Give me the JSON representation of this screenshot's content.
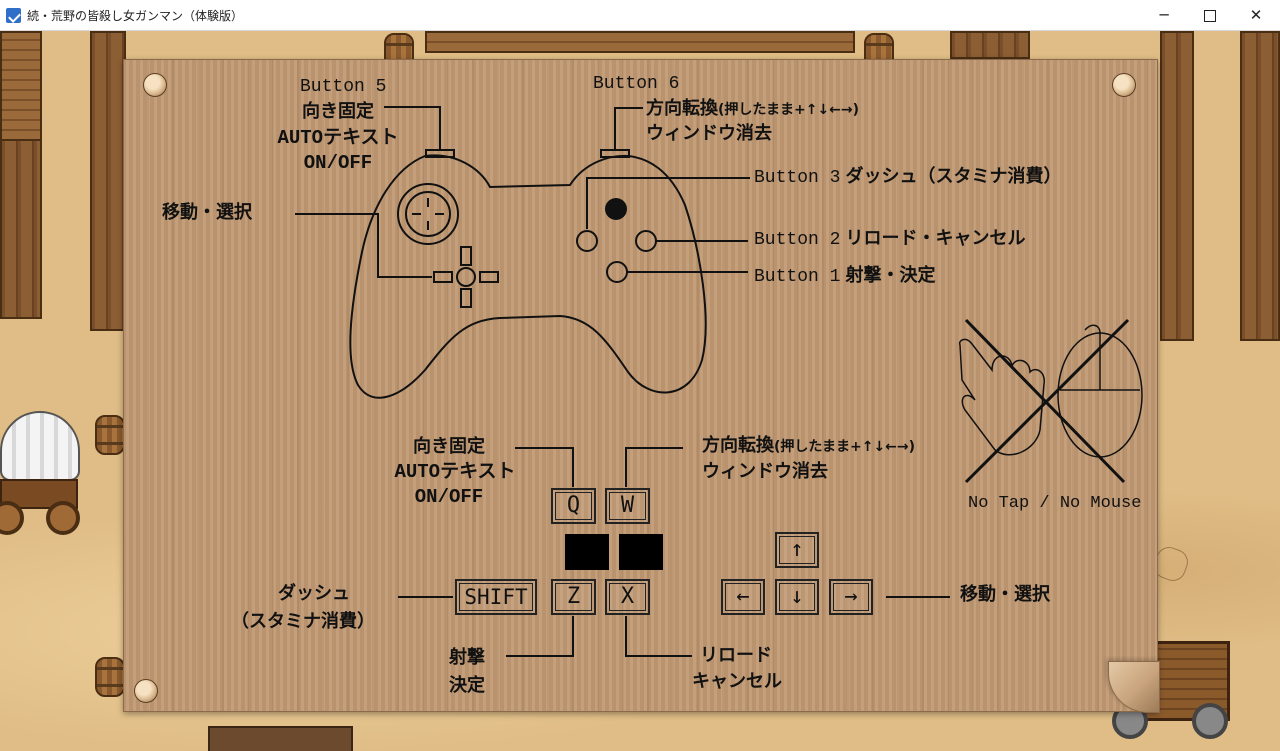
{
  "window": {
    "title": "続・荒野の皆殺し女ガンマン（体験版）",
    "min_glyph": "─",
    "close_glyph": "✕"
  },
  "gamepad": {
    "button5_name": "Button 5",
    "button5_line1": "向き固定",
    "button5_line2": "AUTOテキスト",
    "button5_line3": "ON/OFF",
    "button6_name": "Button 6",
    "button6_line1": "方向転換",
    "button6_line1_small": "(押したまま+↑↓←→)",
    "button6_line2": "ウィンドウ消去",
    "button3_name": "Button 3",
    "button3_desc": "ダッシュ（スタミナ消費）",
    "button2_name": "Button 2",
    "button2_desc": "リロード・キャンセル",
    "button1_name": "Button 1",
    "button1_desc": "射撃・決定",
    "stick_desc": "移動・選択"
  },
  "no_touch": {
    "label": "No Tap / No Mouse"
  },
  "keyboard": {
    "q_desc_line1": "向き固定",
    "q_desc_line2": "AUTOテキスト",
    "q_desc_line3": "ON/OFF",
    "w_desc_line1": "方向転換",
    "w_desc_line1_small": "(押したまま+↑↓←→)",
    "w_desc_line2": "ウィンドウ消去",
    "keys": {
      "q": "Q",
      "w": "W",
      "shift": "SHIFT",
      "z": "Z",
      "x": "X",
      "up": "↑",
      "left": "←",
      "down": "↓",
      "right": "→"
    },
    "shift_desc_line1": "ダッシュ",
    "shift_desc_line2": "（スタミナ消費）",
    "z_desc_line1": "射撃",
    "z_desc_line2": "決定",
    "x_desc_line1": "リロード",
    "x_desc_line2": "キャンセル",
    "arrows_desc": "移動・選択"
  }
}
